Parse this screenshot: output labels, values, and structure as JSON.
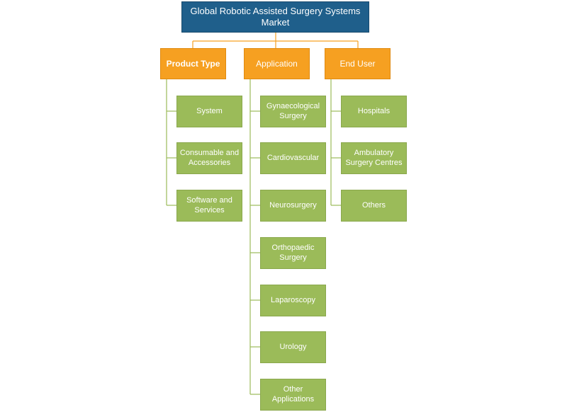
{
  "root": {
    "label": "Global Robotic Assisted Surgery Systems Market"
  },
  "categories": [
    {
      "label": "Product Type",
      "children": [
        "System",
        "Consumable and Accessories",
        "Software and Services"
      ]
    },
    {
      "label": "Application",
      "children": [
        "Gynaecological Surgery",
        "Cardiovascular",
        "Neurosurgery",
        "Orthopaedic Surgery",
        "Laparoscopy",
        "Urology",
        "Other Applications"
      ]
    },
    {
      "label": "End User",
      "children": [
        "Hospitals",
        "Ambulatory Surgery Centres",
        "Others"
      ]
    }
  ],
  "colors": {
    "root": "#1f5f8b",
    "category": "#f6a021",
    "leaf": "#9bbb59",
    "connector_top": "#f6a021",
    "connector_leaf": "#9bbb59"
  }
}
